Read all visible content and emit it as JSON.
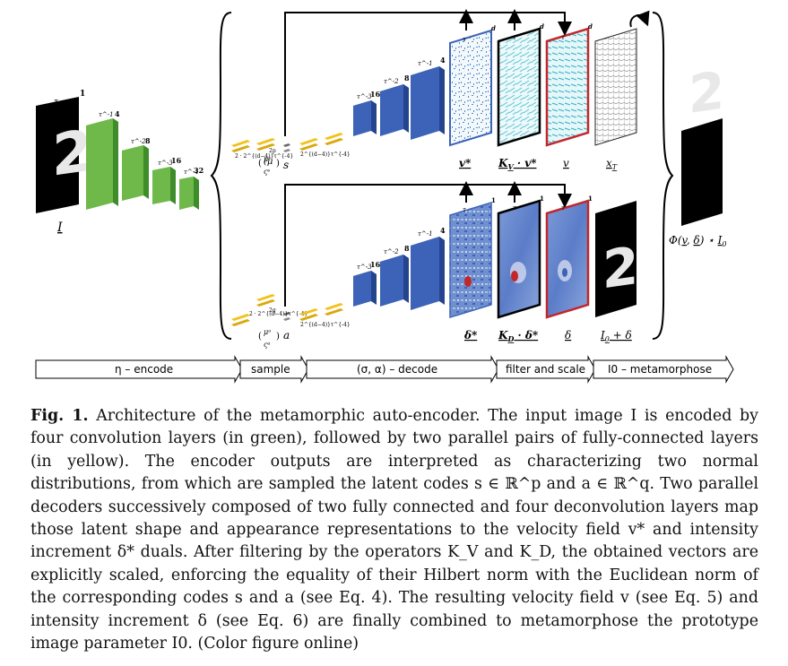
{
  "figure": {
    "input_label": "I",
    "output_label": "Φ(v, δ) ⋆ I0",
    "shape_branch": {
      "latent_var": "s",
      "mu": "μ^s",
      "sigma": "ς^s",
      "grids": [
        "v*",
        "K_V · v*",
        "v",
        "x_T"
      ]
    },
    "appearance_branch": {
      "latent_var": "a",
      "mu": "μ^a",
      "sigma": "ς^a",
      "grids": [
        "δ*",
        "K_D · δ*",
        "δ",
        "I0 + δ"
      ]
    },
    "stages": [
      "η – encode",
      "sample",
      "(σ, α) – decode",
      "filter and scale",
      "I0 – metamorphose"
    ]
  },
  "caption": {
    "label": "Fig. 1.",
    "lines": [
      "Architecture of the metamorphic auto-encoder. The input image I is encoded",
      "by four convolution layers (in green), followed by two parallel pairs of fully-connected",
      "layers (in yellow). The encoder outputs are interpreted as characterizing two normal",
      "distributions, from which are sampled the latent codes s ∈ ℝ^p and a ∈ ℝ^q. Two",
      "parallel decoders successively composed of two fully connected and four deconvolution",
      "layers map those latent shape and appearance representations to the velocity field v*",
      "and intensity increment δ* duals. After filtering by the operators K_V and K_D, the",
      "obtained vectors are explicitly scaled, enforcing the equality of their Hilbert norm with",
      "the Euclidean norm of the corresponding codes s and a (see Eq. 4). The resulting",
      "velocity field v (see Eq. 5) and intensity increment δ (see Eq. 6) are finally combined to",
      "metamorphose the prototype image parameter I0. (Color figure online)"
    ]
  },
  "colors": {
    "encoder_green": "#6fb84a",
    "fc_yellow": "#f2c21a",
    "decoder_blue": "#3d63b8",
    "field_cyan": "#5cc6d4",
    "highlight_red": "#c0282c"
  }
}
